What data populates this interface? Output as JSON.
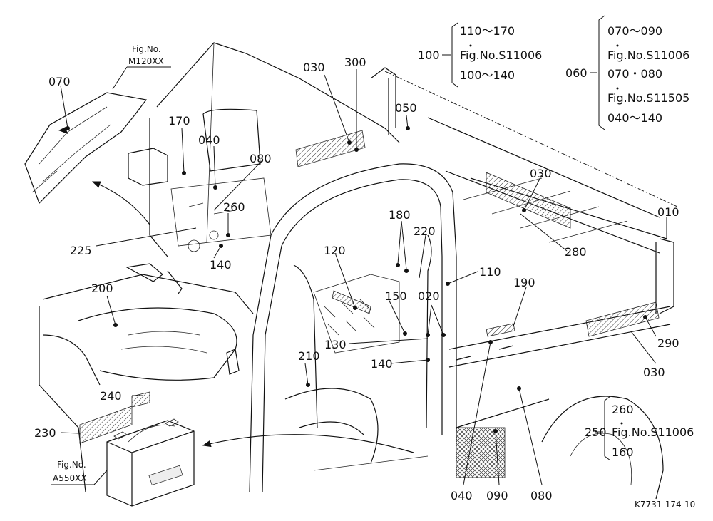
{
  "drawing_id": "K7731-174-10",
  "callouts": [
    {
      "id": "c070a",
      "text": "070"
    },
    {
      "id": "c030a",
      "text": "030"
    },
    {
      "id": "c300",
      "text": "300"
    },
    {
      "id": "c050",
      "text": "050"
    },
    {
      "id": "c170",
      "text": "170"
    },
    {
      "id": "c040a",
      "text": "040"
    },
    {
      "id": "c080a",
      "text": "080"
    },
    {
      "id": "c260",
      "text": "260"
    },
    {
      "id": "c225",
      "text": "225"
    },
    {
      "id": "c140a",
      "text": "140"
    },
    {
      "id": "c030b",
      "text": "030"
    },
    {
      "id": "c010",
      "text": "010"
    },
    {
      "id": "c280",
      "text": "280"
    },
    {
      "id": "c180",
      "text": "180"
    },
    {
      "id": "c220",
      "text": "220"
    },
    {
      "id": "c120",
      "text": "120"
    },
    {
      "id": "c110",
      "text": "110"
    },
    {
      "id": "c190",
      "text": "190"
    },
    {
      "id": "c200",
      "text": "200"
    },
    {
      "id": "c150",
      "text": "150"
    },
    {
      "id": "c020",
      "text": "020"
    },
    {
      "id": "c130",
      "text": "130"
    },
    {
      "id": "c290",
      "text": "290"
    },
    {
      "id": "c030c",
      "text": "030"
    },
    {
      "id": "c210",
      "text": "210"
    },
    {
      "id": "c140b",
      "text": "140"
    },
    {
      "id": "c240",
      "text": "240"
    },
    {
      "id": "c230",
      "text": "230"
    },
    {
      "id": "c040b",
      "text": "040"
    },
    {
      "id": "c090",
      "text": "090"
    },
    {
      "id": "c080b",
      "text": "080"
    }
  ],
  "fig_refs": {
    "m120": {
      "line1": "Fig.No.",
      "line2": "M120XX"
    },
    "a550": {
      "line1": "Fig.No.",
      "line2": "A550XX"
    }
  },
  "groups": {
    "g100": {
      "parent": "100",
      "lines": [
        "110～170",
        "Fig.No.S11006",
        "100～140"
      ]
    },
    "g060": {
      "parent": "060",
      "lines": [
        "070～090",
        "Fig.No.S11006",
        "070・080",
        "Fig.No.S11505",
        "040～140"
      ]
    },
    "g250": {
      "parent": "250",
      "lines": [
        "260",
        "Fig.No.S11006",
        "160"
      ]
    }
  }
}
